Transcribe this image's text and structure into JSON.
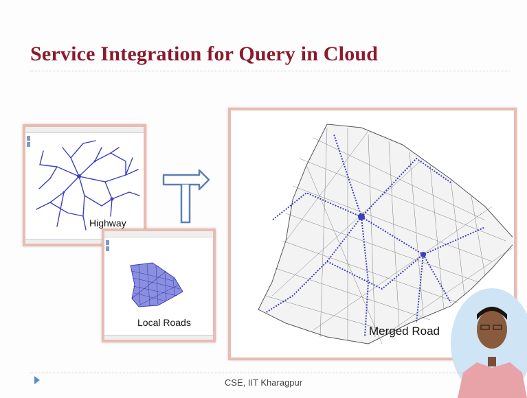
{
  "slide": {
    "title": "Service Integration for Query in Cloud",
    "footer": "CSE, IIT Kharagpur",
    "maps": {
      "highway": "Highway",
      "local_roads": "Local Roads",
      "merged": "Merged Road"
    }
  },
  "colors": {
    "title": "#8b1a2b",
    "panel_border": "#e7bcb2",
    "road_blue": "#3b3fbf",
    "road_gray": "#555555",
    "arrow": "#5b7fb4"
  }
}
